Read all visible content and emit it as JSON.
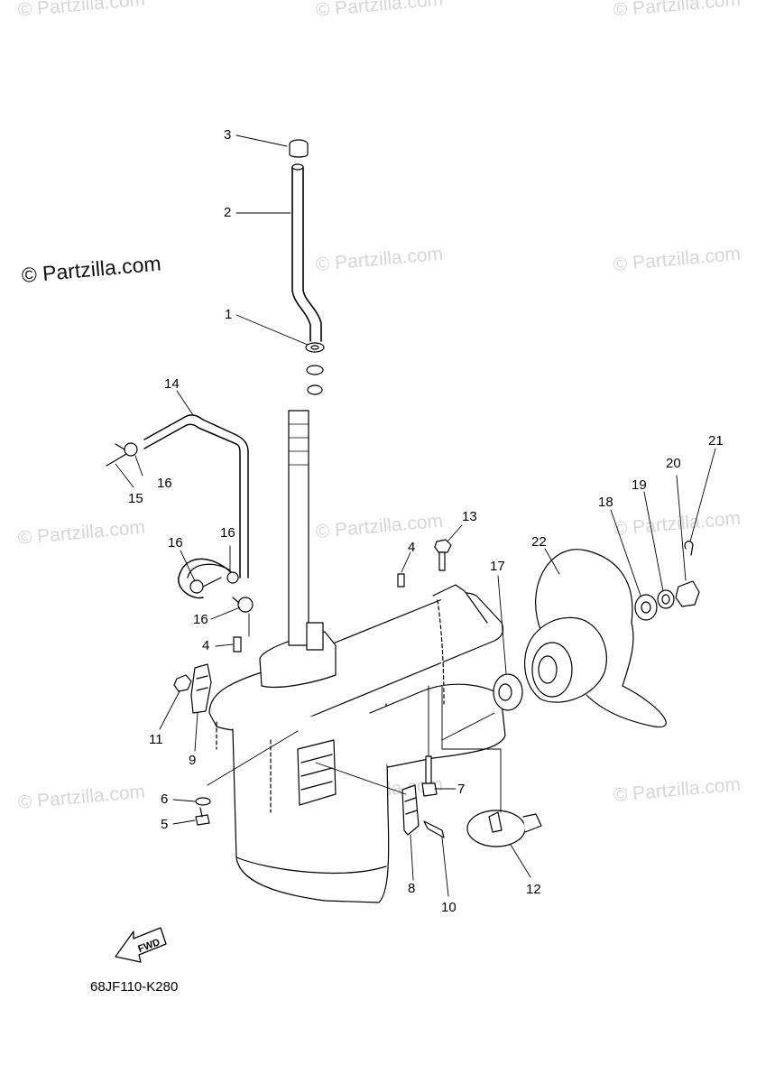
{
  "watermark": {
    "text": "© Partzilla.com"
  },
  "diagram_code": "68JF110-K280",
  "fwd_label": "FWD",
  "callouts": {
    "c1": "1",
    "c2": "2",
    "c3": "3",
    "c4a": "4",
    "c4b": "4",
    "c5": "5",
    "c6": "6",
    "c7": "7",
    "c8": "8",
    "c9": "9",
    "c10": "10",
    "c11": "11",
    "c12": "12",
    "c13": "13",
    "c14": "14",
    "c15": "15",
    "c16a": "16",
    "c16b": "16",
    "c16c": "16",
    "c16d": "16",
    "c17": "17",
    "c18": "18",
    "c19": "19",
    "c20": "20",
    "c21": "21",
    "c22": "22"
  }
}
